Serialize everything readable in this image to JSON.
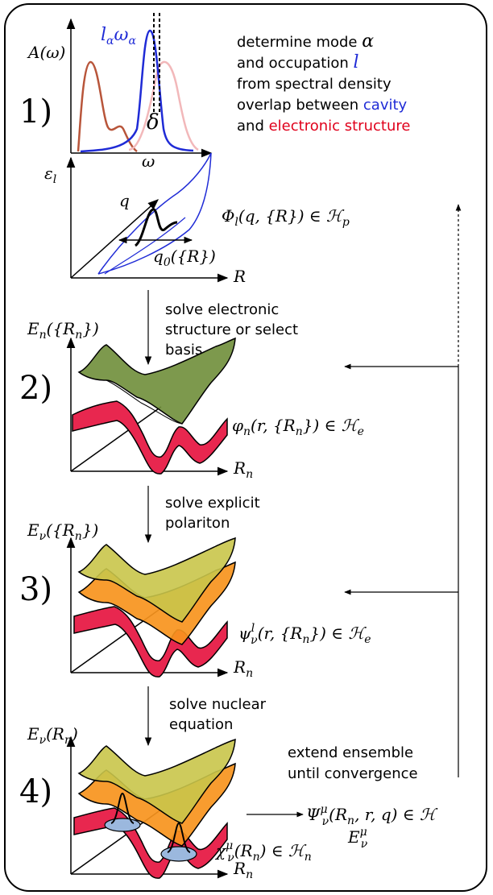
{
  "colors": {
    "frame": "#000000",
    "cavity": "#1f2bd6",
    "electronic": "#e0001b",
    "brown": "#b8553a",
    "pink": "#f2b8ba",
    "green_top": "#6f8e3a",
    "green_bottom": "#92b554",
    "red_surface": "#e8274f",
    "orange_surface": "#f7941d",
    "yellow_surface": "#c9c54a",
    "blue_wavepacket": "#9bb8de"
  },
  "panel1": {
    "step": "1)",
    "y_axis_label": "A(ω)",
    "x_axis_label": "ω",
    "peak_label": "l",
    "peak_label_sub": "α",
    "peak_label_omega": "ω",
    "peak_label_omega_sub": "α",
    "delta_label": "δ",
    "text_line1": "determine mode ",
    "text_line1_math": "α",
    "text_line2": "and occupation ",
    "text_line2_math": "l",
    "text_line3": "from spectral density",
    "text_line4_prefix": "overlap between ",
    "text_line4_cavity": "cavity",
    "text_line5_prefix": "and ",
    "text_line5_electronic": "electronic structure"
  },
  "panel1b": {
    "y_axis_label": "ε",
    "y_axis_sub": "l",
    "q_label": "q",
    "x_axis_label": "R",
    "q0_label": "q",
    "q0_sub": "0",
    "q0_arg": "({R})",
    "phi_label": "Φ",
    "phi_sub": "l",
    "phi_args": "(q, {R}) ∈ ",
    "phi_space": "ℋ",
    "phi_space_sub": "p"
  },
  "arrow1": {
    "text_line1": "solve electronic",
    "text_line2": "structure or select",
    "text_line3": "basis"
  },
  "panel2": {
    "step": "2)",
    "y_axis_label": "E",
    "y_axis_sub": "n",
    "y_axis_arg": "({R",
    "y_axis_arg_sub": "n",
    "y_axis_arg_end": "})",
    "x_axis_label": "R",
    "x_axis_sub": "n",
    "phi_label": "φ",
    "phi_sub": "n",
    "phi_args": "(r, {R",
    "phi_args_sub": "n",
    "phi_args_end": "}) ∈ ",
    "phi_space": "ℋ",
    "phi_space_sub": "e"
  },
  "arrow2": {
    "text_line1": "solve explicit",
    "text_line2": "polariton"
  },
  "panel3": {
    "step": "3)",
    "y_axis_label": "E",
    "y_axis_sub": "ν",
    "y_axis_arg": "({R",
    "y_axis_arg_sub": "n",
    "y_axis_arg_end": "})",
    "x_axis_label": "R",
    "x_axis_sub": "n",
    "psi_label": "ψ",
    "psi_sub": "ν",
    "psi_sup": "l",
    "psi_args": "(r, {R",
    "psi_args_sub": "n",
    "psi_args_end": "}) ∈ ",
    "psi_space": "ℋ",
    "psi_space_sub": "e"
  },
  "arrow3": {
    "text_line1": "solve nuclear",
    "text_line2": "equation"
  },
  "panel4": {
    "step": "4)",
    "y_axis_label": "E",
    "y_axis_sub": "ν",
    "y_axis_arg": "(R",
    "y_axis_arg_sub": "n",
    "y_axis_arg_end": ")",
    "x_axis_label": "R",
    "x_axis_sub": "n",
    "chi_label": "χ",
    "chi_sub": "ν",
    "chi_sup": "μ",
    "chi_args": "(R",
    "chi_args_sub": "n",
    "chi_args_end": ") ∈ ",
    "chi_space": "ℋ",
    "chi_space_sub": "n",
    "Psi_label": "Ψ",
    "Psi_sub": "ν",
    "Psi_sup": "μ",
    "Psi_args": "(R",
    "Psi_args_sub": "n",
    "Psi_args_end": ", r, q)  ∈ ",
    "Psi_space": "ℋ",
    "E_label": "E",
    "E_sub": "ν",
    "E_sup": "μ"
  },
  "feedback": {
    "text_line1": "extend ensemble",
    "text_line2": "until convergence"
  }
}
